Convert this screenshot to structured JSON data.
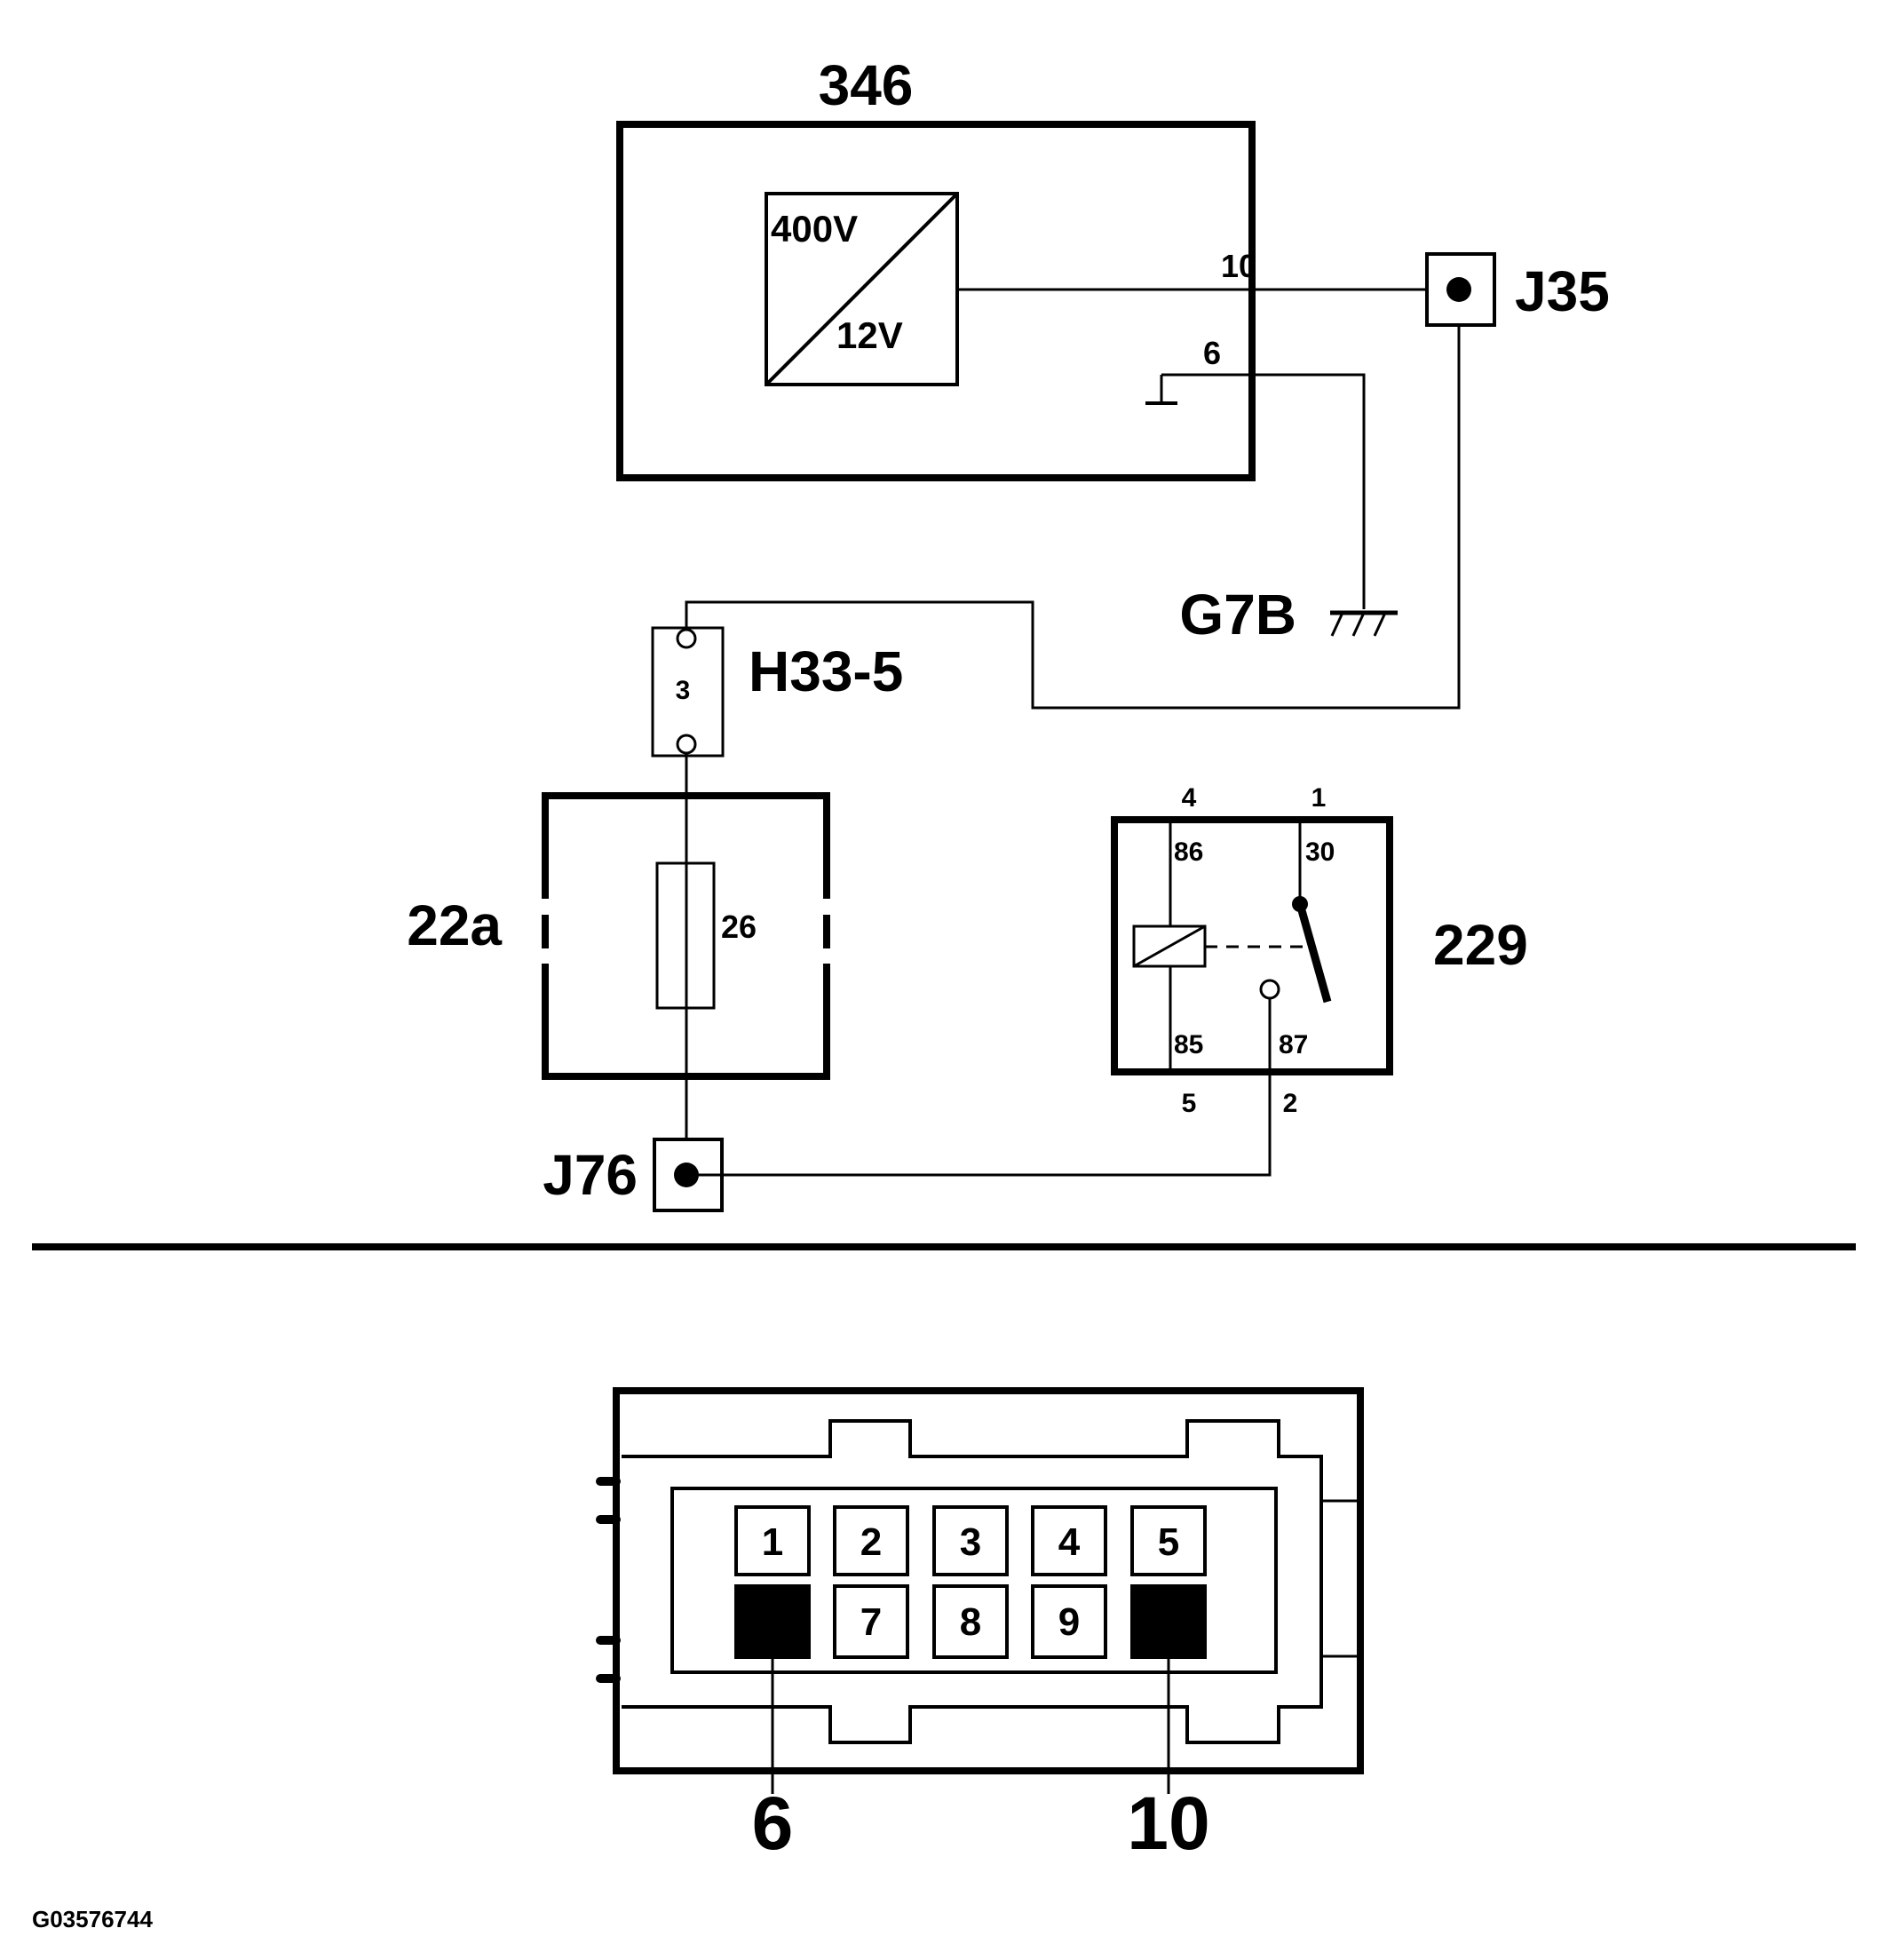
{
  "components": {
    "converter": {
      "id": "346",
      "voltage_in": "400V",
      "voltage_out": "12V",
      "pin_supply": "10",
      "pin_ground": "6"
    },
    "junction_j35": {
      "id": "J35"
    },
    "ground": {
      "id": "G7B"
    },
    "connector_h33": {
      "id": "H33-5",
      "pin": "3"
    },
    "fuse_box": {
      "id": "22a",
      "fuse": "26"
    },
    "junction_j76": {
      "id": "J76"
    },
    "relay": {
      "id": "229",
      "pins_top": [
        "4",
        "1"
      ],
      "pins_bottom": [
        "5",
        "2"
      ],
      "terminals": {
        "t86": "86",
        "t30": "30",
        "t85": "85",
        "t87": "87"
      }
    }
  },
  "connector_face": {
    "top_row": [
      "1",
      "2",
      "3",
      "4",
      "5"
    ],
    "bottom_row": [
      "7",
      "8",
      "9"
    ],
    "callouts": [
      "6",
      "10"
    ]
  },
  "figure_code": "G03576744"
}
